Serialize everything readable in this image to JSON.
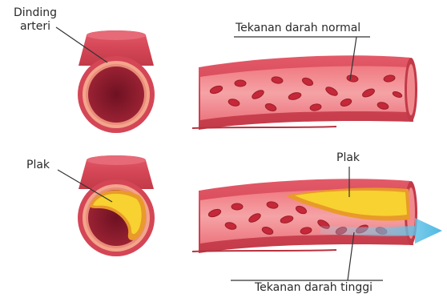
{
  "labels": {
    "dinding_arteri": "Dinding arteri",
    "tekanan_normal": "Tekanan darah normal",
    "plak_left": "Plak",
    "plak_right": "Plak",
    "tekanan_tinggi": "Tekanan darah tinggi"
  },
  "colors": {
    "artery_wall": "#d94a5a",
    "artery_wall_dark": "#b8323f",
    "lumen": "#8a1a2c",
    "inner_ring": "#f4a58c",
    "plaque": "#f7d230",
    "plaque_edge": "#e99a2a",
    "blood_cell": "#c52838",
    "flow_arrow": "#5fc3e6"
  }
}
